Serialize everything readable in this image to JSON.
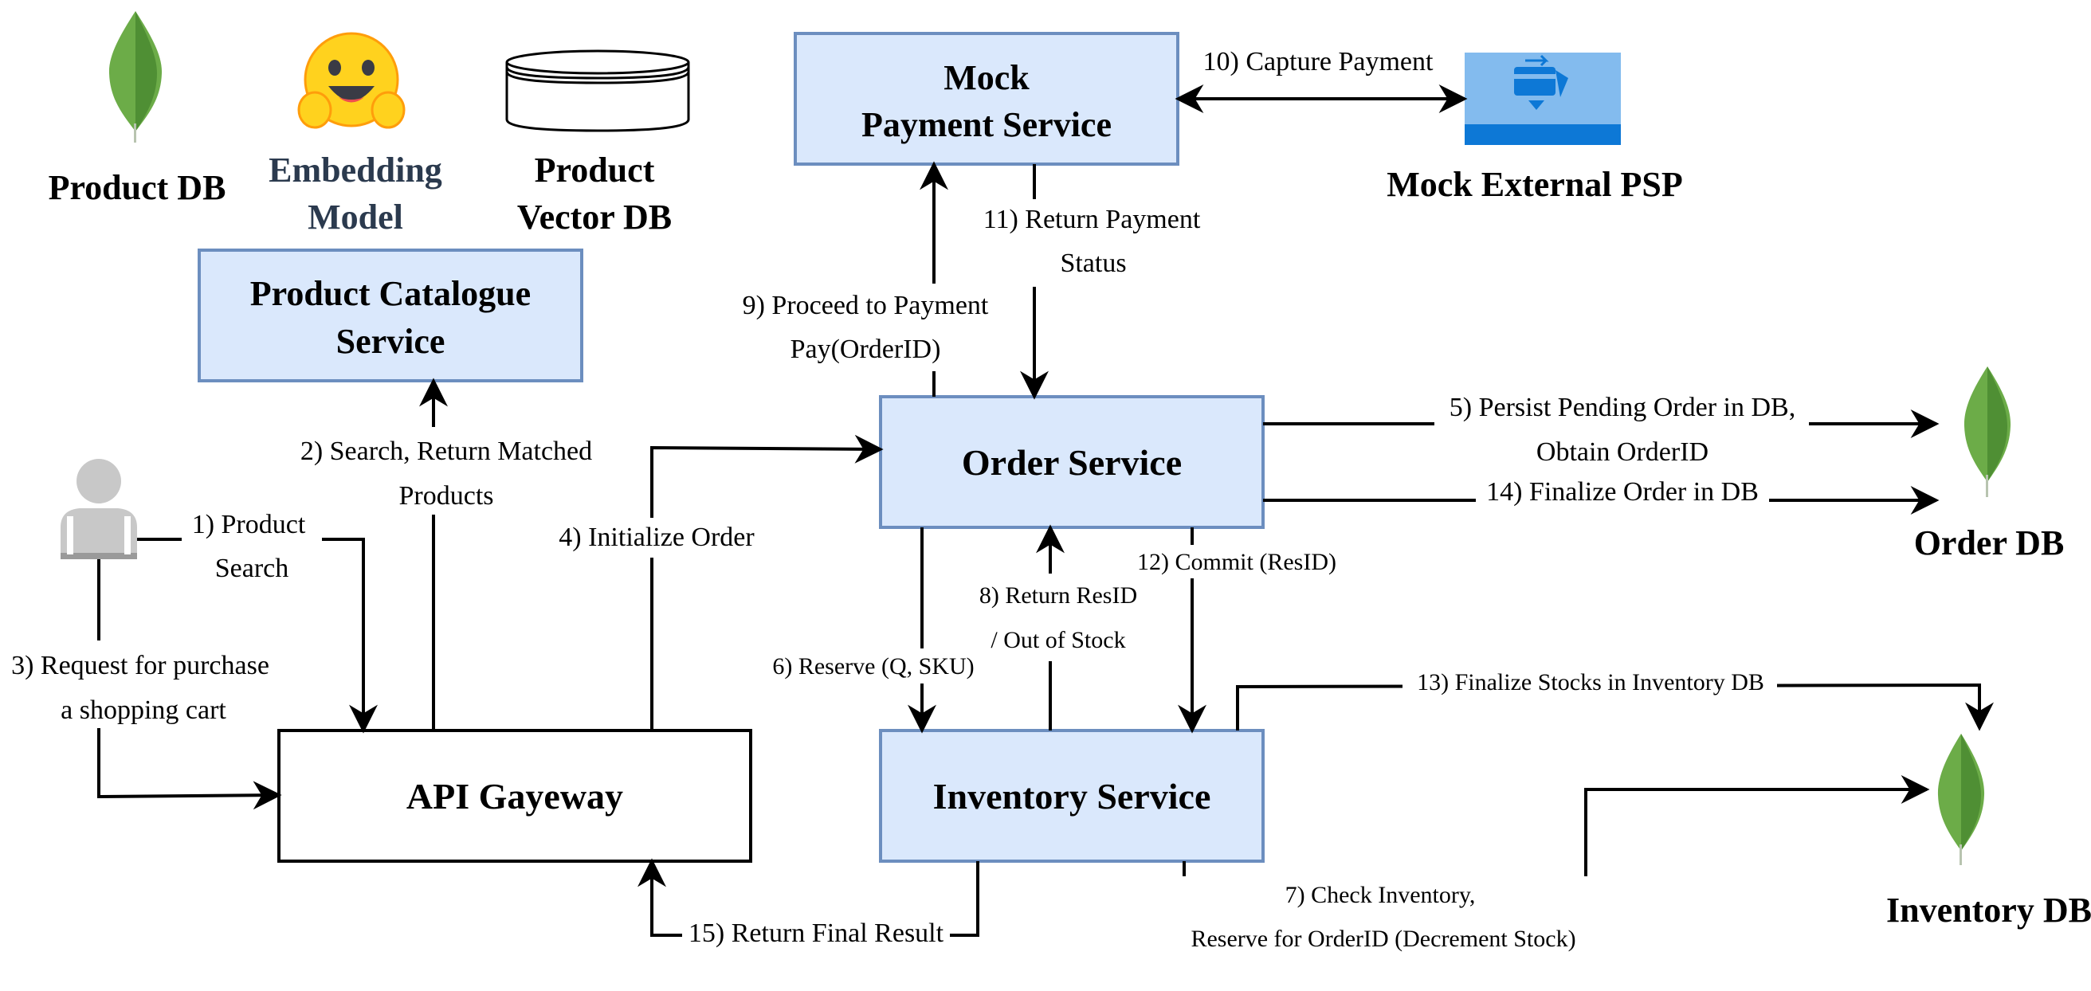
{
  "icons": {
    "product_db": "Product DB",
    "embedding_model_1": "Embedding",
    "embedding_model_2": "Model",
    "vector_db_1": "Product",
    "vector_db_2": "Vector DB",
    "external_psp": "Mock External PSP",
    "order_db": "Order DB",
    "inventory_db": "Inventory DB"
  },
  "services": {
    "payment_1": "Mock",
    "payment_2": "Payment Service",
    "catalogue_1": "Product Catalogue",
    "catalogue_2": "Service",
    "order": "Order Service",
    "gateway": "API Gayeway",
    "inventory": "Inventory Service"
  },
  "edges": {
    "e1_a": "1) Product",
    "e1_b": "Search",
    "e2_a": "2) Search, Return Matched",
    "e2_b": "Products",
    "e3_a": "3) Request for purchase",
    "e3_b": "a shopping cart",
    "e4": "4) Initialize Order",
    "e5_a": "5) Persist Pending Order in DB,",
    "e5_b": "Obtain OrderID",
    "e6": "6) Reserve (Q, SKU)",
    "e7_a": "7) Check Inventory,",
    "e7_b": "Reserve for OrderID (Decrement Stock)",
    "e8_a": "8) Return ResID",
    "e8_b": "/ Out of Stock",
    "e9_a": "9) Proceed to Payment",
    "e9_b": "Pay(OrderID)",
    "e10": "10) Capture Payment",
    "e11_a": "11) Return Payment",
    "e11_b": "Status",
    "e12": "12) Commit (ResID)",
    "e13": "13) Finalize Stocks in Inventory DB",
    "e14": "14) Finalize Order in DB",
    "e15": "15) Return Final Result"
  },
  "colors": {
    "service_fill": "#dae8fc",
    "service_stroke": "#6c8ebf",
    "mongo_green": "#6cac48",
    "mongo_dark": "#4f8f34",
    "psp_blue": "#83bbee",
    "psp_dark": "#0d78d6",
    "user_gray": "#c8c8c8",
    "hf_yellow": "#ffd21e"
  }
}
